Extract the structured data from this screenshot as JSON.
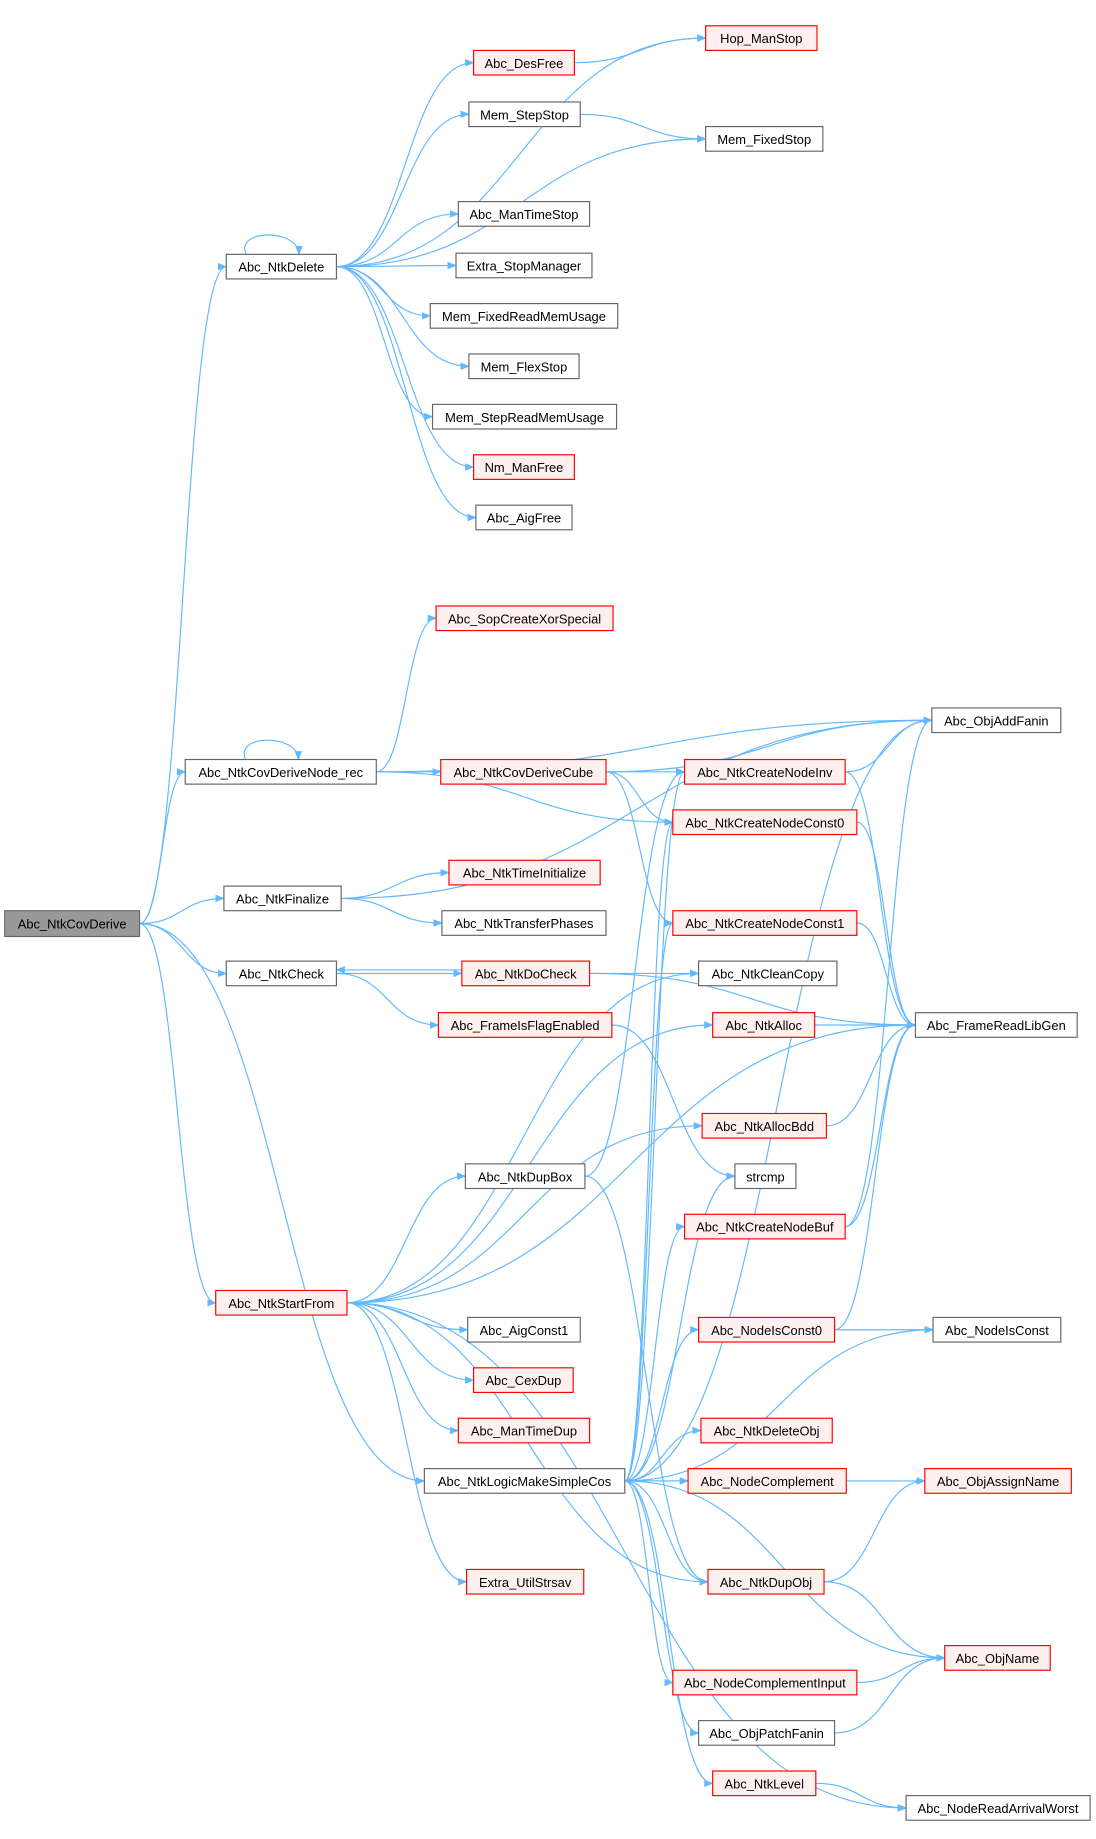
{
  "colors": {
    "edge": "#63b8ff",
    "highlight_border": "#ff0000",
    "highlight_fill": "#fff0f0",
    "root_fill": "#999999"
  },
  "nodes": {
    "covDerive": {
      "label": "Abc_NtkCovDerive",
      "style": "root"
    },
    "ntkDelete": {
      "label": "Abc_NtkDelete",
      "style": "plain"
    },
    "hopManStop": {
      "label": "Hop_ManStop",
      "style": "red"
    },
    "desFree": {
      "label": "Abc_DesFree",
      "style": "red"
    },
    "memStepStop": {
      "label": "Mem_StepStop",
      "style": "plain"
    },
    "memFixedStop": {
      "label": "Mem_FixedStop",
      "style": "plain"
    },
    "manTimeStop": {
      "label": "Abc_ManTimeStop",
      "style": "plain"
    },
    "extraStopManager": {
      "label": "Extra_StopManager",
      "style": "plain"
    },
    "memFixedReadMemUsage": {
      "label": "Mem_FixedReadMemUsage",
      "style": "plain"
    },
    "memFlexStop": {
      "label": "Mem_FlexStop",
      "style": "plain"
    },
    "memStepReadMemUsage": {
      "label": "Mem_StepReadMemUsage",
      "style": "plain"
    },
    "nmManFree": {
      "label": "Nm_ManFree",
      "style": "red"
    },
    "aigFree": {
      "label": "Abc_AigFree",
      "style": "plain"
    },
    "sopCreateXorSpecial": {
      "label": "Abc_SopCreateXorSpecial",
      "style": "red"
    },
    "objAddFanin": {
      "label": "Abc_ObjAddFanin",
      "style": "plain"
    },
    "covDeriveNodeRec": {
      "label": "Abc_NtkCovDeriveNode_rec",
      "style": "plain"
    },
    "covDeriveCube": {
      "label": "Abc_NtkCovDeriveCube",
      "style": "red"
    },
    "createNodeInv": {
      "label": "Abc_NtkCreateNodeInv",
      "style": "red"
    },
    "createNodeConst0": {
      "label": "Abc_NtkCreateNodeConst0",
      "style": "red"
    },
    "timeInitialize": {
      "label": "Abc_NtkTimeInitialize",
      "style": "red"
    },
    "ntkFinalize": {
      "label": "Abc_NtkFinalize",
      "style": "plain"
    },
    "transferPhases": {
      "label": "Abc_NtkTransferPhases",
      "style": "plain"
    },
    "createNodeConst1": {
      "label": "Abc_NtkCreateNodeConst1",
      "style": "red"
    },
    "ntkCheck": {
      "label": "Abc_NtkCheck",
      "style": "plain"
    },
    "ntkDoCheck": {
      "label": "Abc_NtkDoCheck",
      "style": "red"
    },
    "ntkCleanCopy": {
      "label": "Abc_NtkCleanCopy",
      "style": "plain"
    },
    "frameIsFlagEnabled": {
      "label": "Abc_FrameIsFlagEnabled",
      "style": "red"
    },
    "ntkAlloc": {
      "label": "Abc_NtkAlloc",
      "style": "red"
    },
    "frameReadLibGen": {
      "label": "Abc_FrameReadLibGen",
      "style": "plain"
    },
    "ntkAllocBdd": {
      "label": "Abc_NtkAllocBdd",
      "style": "red"
    },
    "ntkDupBox": {
      "label": "Abc_NtkDupBox",
      "style": "plain"
    },
    "strcmp": {
      "label": "strcmp",
      "style": "plain"
    },
    "createNodeBuf": {
      "label": "Abc_NtkCreateNodeBuf",
      "style": "red"
    },
    "ntkStartFrom": {
      "label": "Abc_NtkStartFrom",
      "style": "red"
    },
    "aigConst1": {
      "label": "Abc_AigConst1",
      "style": "plain"
    },
    "nodeIsConst0": {
      "label": "Abc_NodeIsConst0",
      "style": "red"
    },
    "nodeIsConst": {
      "label": "Abc_NodeIsConst",
      "style": "plain"
    },
    "cexDup": {
      "label": "Abc_CexDup",
      "style": "red"
    },
    "manTimeDup": {
      "label": "Abc_ManTimeDup",
      "style": "red"
    },
    "ntkDeleteObj": {
      "label": "Abc_NtkDeleteObj",
      "style": "red"
    },
    "logicMakeSimpleCos": {
      "label": "Abc_NtkLogicMakeSimpleCos",
      "style": "plain"
    },
    "nodeComplement": {
      "label": "Abc_NodeComplement",
      "style": "red"
    },
    "objAssignName": {
      "label": "Abc_ObjAssignName",
      "style": "red"
    },
    "ntkDupObj": {
      "label": "Abc_NtkDupObj",
      "style": "red"
    },
    "extraUtilStrsav": {
      "label": "Extra_UtilStrsav",
      "style": "red"
    },
    "objName": {
      "label": "Abc_ObjName",
      "style": "red"
    },
    "nodeComplementInput": {
      "label": "Abc_NodeComplementInput",
      "style": "red"
    },
    "objPatchFanin": {
      "label": "Abc_ObjPatchFanin",
      "style": "plain"
    },
    "ntkLevel": {
      "label": "Abc_NtkLevel",
      "style": "red"
    },
    "nodeReadArrivalWorst": {
      "label": "Abc_NodeReadArrivalWorst",
      "style": "plain"
    }
  },
  "edges": [
    [
      "covDerive",
      "ntkDelete"
    ],
    [
      "covDerive",
      "covDeriveNodeRec"
    ],
    [
      "covDerive",
      "ntkFinalize"
    ],
    [
      "covDerive",
      "ntkCheck"
    ],
    [
      "covDerive",
      "ntkStartFrom"
    ],
    [
      "covDerive",
      "logicMakeSimpleCos"
    ],
    [
      "ntkDelete",
      "hopManStop"
    ],
    [
      "ntkDelete",
      "desFree"
    ],
    [
      "ntkDelete",
      "memStepStop"
    ],
    [
      "ntkDelete",
      "memFixedStop"
    ],
    [
      "ntkDelete",
      "manTimeStop"
    ],
    [
      "ntkDelete",
      "extraStopManager"
    ],
    [
      "ntkDelete",
      "memFixedReadMemUsage"
    ],
    [
      "ntkDelete",
      "memFlexStop"
    ],
    [
      "ntkDelete",
      "memStepReadMemUsage"
    ],
    [
      "ntkDelete",
      "nmManFree"
    ],
    [
      "ntkDelete",
      "aigFree"
    ],
    [
      "ntkDelete",
      "ntkDelete"
    ],
    [
      "desFree",
      "hopManStop"
    ],
    [
      "memStepStop",
      "memFixedStop"
    ],
    [
      "covDeriveNodeRec",
      "objAddFanin"
    ],
    [
      "covDeriveNodeRec",
      "sopCreateXorSpecial"
    ],
    [
      "covDeriveNodeRec",
      "covDeriveCube"
    ],
    [
      "covDeriveNodeRec",
      "createNodeConst0"
    ],
    [
      "covDeriveNodeRec",
      "covDeriveNodeRec"
    ],
    [
      "covDeriveCube",
      "objAddFanin"
    ],
    [
      "covDeriveCube",
      "createNodeInv"
    ],
    [
      "covDeriveCube",
      "createNodeConst0"
    ],
    [
      "covDeriveCube",
      "createNodeConst1"
    ],
    [
      "createNodeInv",
      "objAddFanin"
    ],
    [
      "createNodeInv",
      "frameReadLibGen"
    ],
    [
      "createNodeConst0",
      "frameReadLibGen"
    ],
    [
      "createNodeConst1",
      "frameReadLibGen"
    ],
    [
      "ntkFinalize",
      "objAddFanin"
    ],
    [
      "ntkFinalize",
      "timeInitialize"
    ],
    [
      "ntkFinalize",
      "transferPhases"
    ],
    [
      "ntkCheck",
      "ntkDoCheck"
    ],
    [
      "ntkCheck",
      "frameIsFlagEnabled"
    ],
    [
      "ntkDoCheck",
      "ntkCheck"
    ],
    [
      "ntkDoCheck",
      "ntkCleanCopy"
    ],
    [
      "ntkDoCheck",
      "frameReadLibGen"
    ],
    [
      "frameIsFlagEnabled",
      "strcmp"
    ],
    [
      "ntkAlloc",
      "frameReadLibGen"
    ],
    [
      "ntkAllocBdd",
      "frameReadLibGen"
    ],
    [
      "createNodeBuf",
      "objAddFanin"
    ],
    [
      "createNodeBuf",
      "frameReadLibGen"
    ],
    [
      "nodeIsConst0",
      "nodeIsConst"
    ],
    [
      "nodeIsConst0",
      "frameReadLibGen"
    ],
    [
      "ntkStartFrom",
      "ntkCleanCopy"
    ],
    [
      "ntkStartFrom",
      "ntkAlloc"
    ],
    [
      "ntkStartFrom",
      "ntkDupBox"
    ],
    [
      "ntkStartFrom",
      "ntkAllocBdd"
    ],
    [
      "ntkStartFrom",
      "frameReadLibGen"
    ],
    [
      "ntkStartFrom",
      "aigConst1"
    ],
    [
      "ntkStartFrom",
      "cexDup"
    ],
    [
      "ntkStartFrom",
      "manTimeDup"
    ],
    [
      "ntkStartFrom",
      "extraUtilStrsav"
    ],
    [
      "ntkStartFrom",
      "ntkDupObj"
    ],
    [
      "ntkStartFrom",
      "nodeReadArrivalWorst"
    ],
    [
      "ntkDupBox",
      "createNodeInv"
    ],
    [
      "ntkDupBox",
      "ntkDupObj"
    ],
    [
      "logicMakeSimpleCos",
      "objAddFanin"
    ],
    [
      "logicMakeSimpleCos",
      "createNodeInv"
    ],
    [
      "logicMakeSimpleCos",
      "createNodeConst0"
    ],
    [
      "logicMakeSimpleCos",
      "createNodeConst1"
    ],
    [
      "logicMakeSimpleCos",
      "strcmp"
    ],
    [
      "logicMakeSimpleCos",
      "createNodeBuf"
    ],
    [
      "logicMakeSimpleCos",
      "nodeIsConst0"
    ],
    [
      "logicMakeSimpleCos",
      "ntkDeleteObj"
    ],
    [
      "logicMakeSimpleCos",
      "nodeComplement"
    ],
    [
      "logicMakeSimpleCos",
      "objAssignName"
    ],
    [
      "logicMakeSimpleCos",
      "nodeIsConst"
    ],
    [
      "logicMakeSimpleCos",
      "ntkDupObj"
    ],
    [
      "logicMakeSimpleCos",
      "objName"
    ],
    [
      "logicMakeSimpleCos",
      "nodeComplementInput"
    ],
    [
      "logicMakeSimpleCos",
      "objPatchFanin"
    ],
    [
      "logicMakeSimpleCos",
      "ntkLevel"
    ],
    [
      "ntkDupObj",
      "objAssignName"
    ],
    [
      "ntkDupObj",
      "objName"
    ],
    [
      "nodeComplementInput",
      "objName"
    ],
    [
      "objPatchFanin",
      "objName"
    ],
    [
      "ntkLevel",
      "nodeReadArrivalWorst"
    ]
  ]
}
